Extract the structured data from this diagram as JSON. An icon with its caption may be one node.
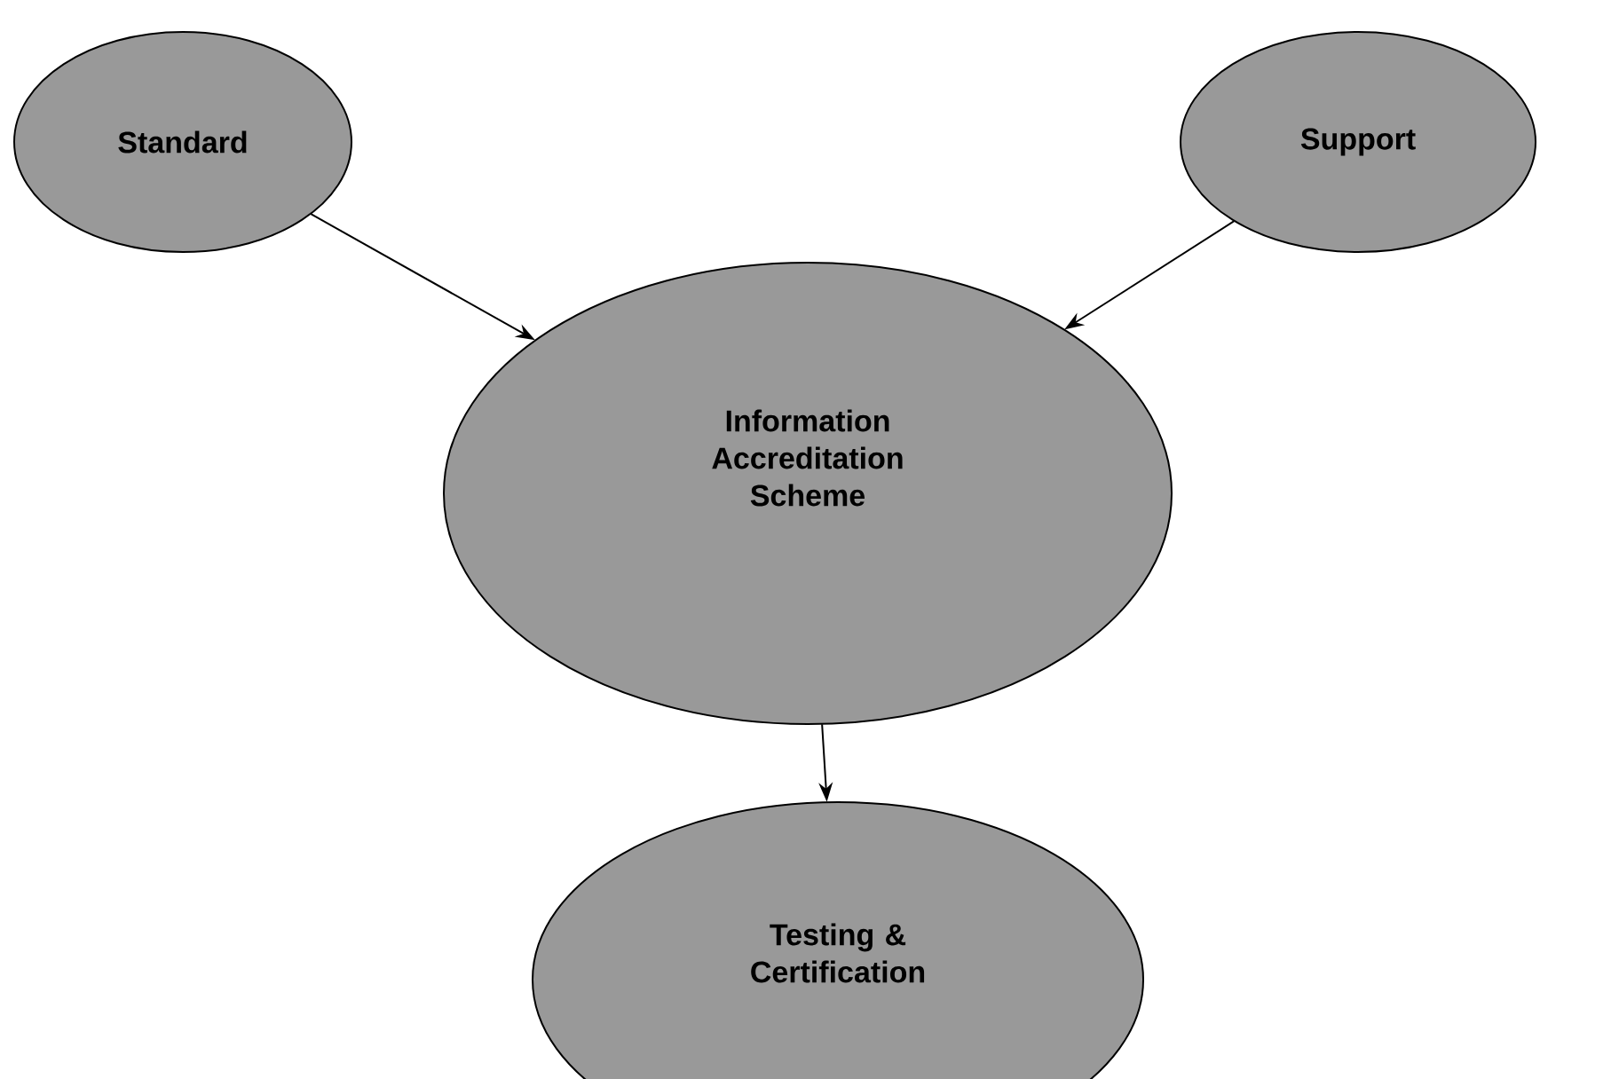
{
  "diagram": {
    "nodes": [
      {
        "text": [
          "Standard"
        ]
      },
      {
        "text": [
          "Support"
        ]
      },
      {
        "text": [
          "Information Accreditation Scheme"
        ]
      },
      {
        "text": [
          "Testing & Certification"
        ]
      }
    ],
    "edges": [
      {
        "from": 0,
        "to": 2,
        "arrow": "to"
      },
      {
        "from": 1,
        "to": 2,
        "arrow": "to"
      },
      {
        "from": 2,
        "to": 3,
        "arrow": "to"
      }
    ]
  }
}
